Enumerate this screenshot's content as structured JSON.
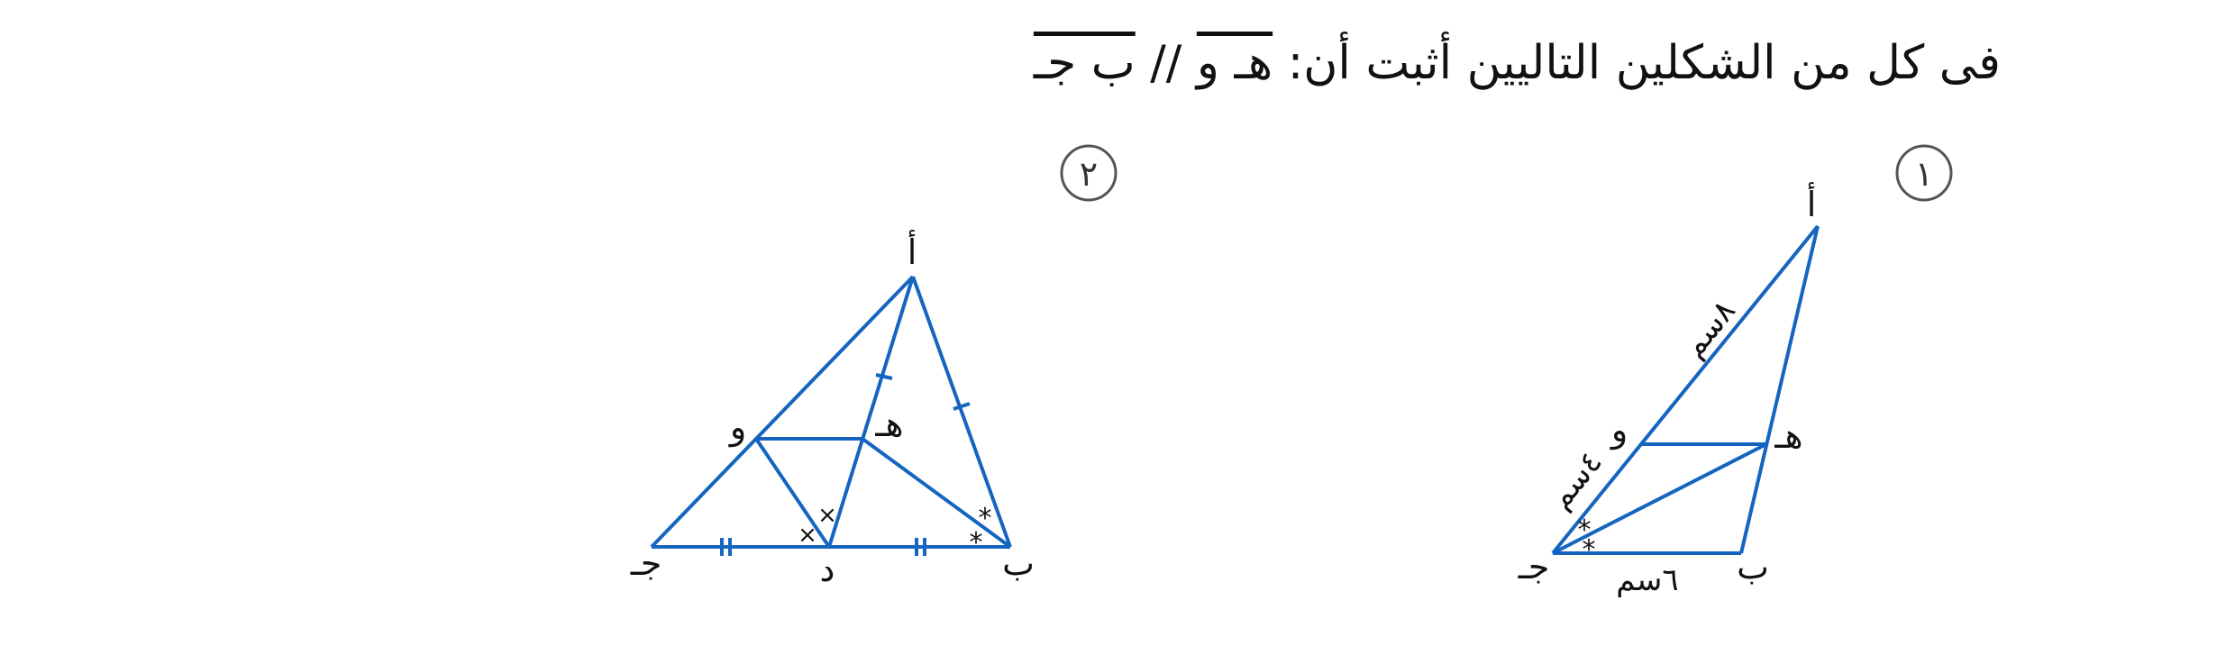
{
  "problem": {
    "intro": "فى كل من الشكلين التاليين أثبت أن:",
    "segment1": "هـ و",
    "parallel": "//",
    "segment2": "ب جـ"
  },
  "figure1": {
    "number": "١",
    "labels": {
      "A": "أ",
      "B": "ب",
      "C": "جـ",
      "H": "هـ",
      "W": "و"
    },
    "lengths": {
      "aw": "٨سم",
      "wc": "٤سم",
      "cb": "٦سم"
    }
  },
  "figure2": {
    "number": "٢",
    "labels": {
      "A": "أ",
      "B": "ب",
      "C": "جـ",
      "D": "د",
      "H": "هـ",
      "W": "و"
    }
  },
  "marks": {
    "star": "*",
    "cross": "×"
  },
  "colors": {
    "line": "#1565c0",
    "text": "#111111",
    "circle": "#555555"
  }
}
